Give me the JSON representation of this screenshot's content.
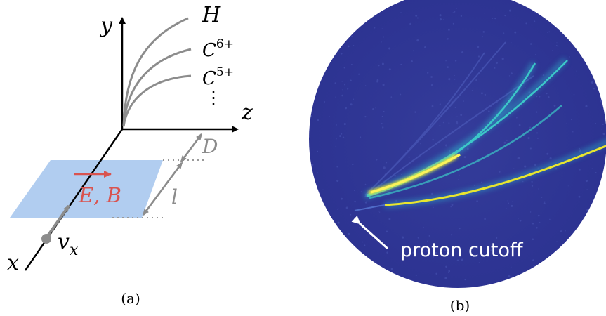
{
  "panel_a": {
    "caption": "(a)",
    "axis_y": "y",
    "axis_z": "z",
    "axis_x": "x",
    "curve_labels": {
      "h": "H",
      "c6_base": "C",
      "c6_sup": "6+",
      "c5_base": "C",
      "c5_sup": "5+",
      "more": "⋮"
    },
    "dim_d": "D",
    "dim_l": "l",
    "field_label": "E, B",
    "velocity_base": "v",
    "velocity_sub": "x",
    "colors": {
      "plate": "#a8c8ee",
      "field": "#d9534f",
      "curves": "#8c8c8c",
      "axes": "#000000"
    }
  },
  "panel_b": {
    "caption": "(b)",
    "annotation": "proton cutoff",
    "colors": {
      "background": "#2e3592",
      "trace": "#f5e62c",
      "trace_glow": "#36c9c6",
      "annotation": "#ffffff"
    }
  }
}
